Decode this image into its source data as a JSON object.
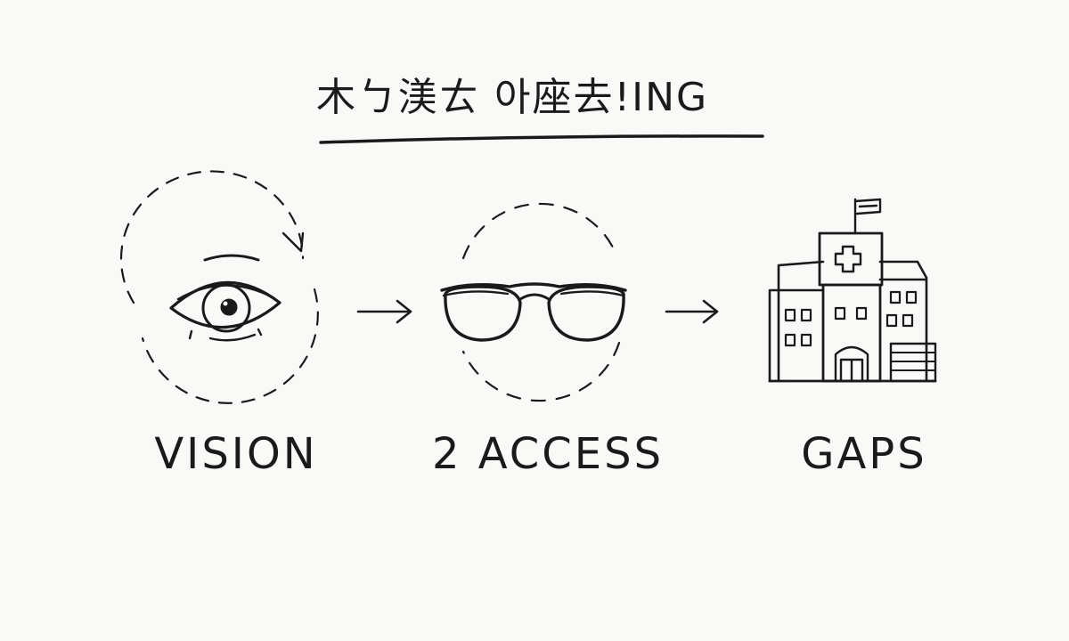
{
  "title": "木ㄅ渼ㄊ 아座去!ING",
  "steps": [
    {
      "label": "VISION",
      "icon": "eye-icon"
    },
    {
      "label": "2 ACCESS",
      "icon": "glasses-icon"
    },
    {
      "label": "GAPS",
      "icon": "hospital-icon"
    }
  ],
  "connectors": [
    "arrow-right-icon",
    "arrow-right-icon"
  ],
  "colors": {
    "ink": "#1a1a1a",
    "paper": "#f9f9f7"
  }
}
